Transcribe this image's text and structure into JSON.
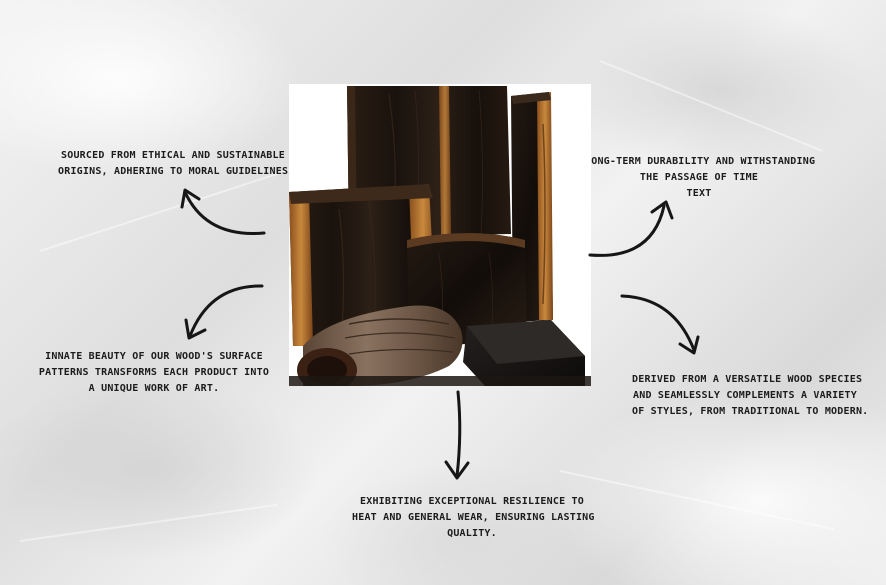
{
  "captions": {
    "sourcing": {
      "lines": [
        "Sourced from ethical and sustainable",
        "origins, adhering to moral guidelines."
      ]
    },
    "durability": {
      "lines": [
        "Long-term durability and withstanding",
        "the passage of time",
        "Text"
      ]
    },
    "beauty": {
      "lines": [
        "Innate beauty of our wood's surface",
        "patterns transforms each product into",
        "a unique work of art."
      ]
    },
    "versatility": {
      "lines": [
        "Derived from a versatile wood species",
        "and seamlessly complements a variety",
        "of styles, from traditional to modern."
      ]
    },
    "resilience": {
      "lines": [
        "Exhibiting exceptional resilience to",
        "heat and general wear, ensuring lasting",
        "quality."
      ]
    }
  },
  "colors": {
    "ink": "#161616",
    "wood_dark": "#1e1712",
    "wood_edge": "#b5722d"
  }
}
